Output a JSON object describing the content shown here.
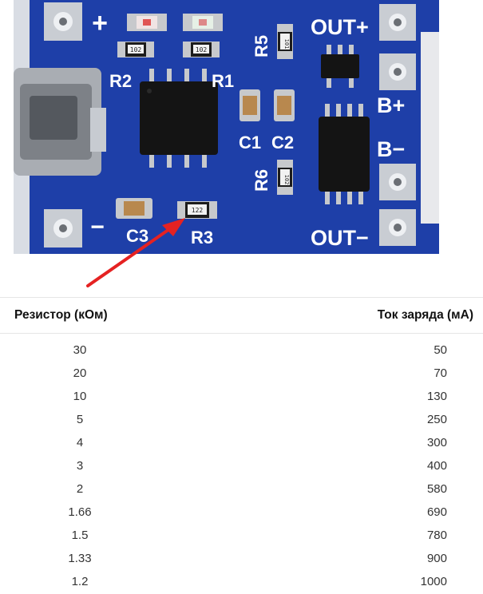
{
  "photo": {
    "labels": {
      "plus": "+",
      "minus": "−",
      "out_plus": "OUT+",
      "out_minus": "OUT−",
      "b_plus": "B+",
      "b_minus": "B−",
      "r1": "R1",
      "r2": "R2",
      "r3": "R3",
      "r5": "R5",
      "r6": "R6",
      "c1": "C1",
      "c2": "C2",
      "c3": "C3"
    },
    "smd_codes": {
      "r1": "102",
      "r2": "102",
      "r3": "122",
      "r5": "101",
      "r6": "102"
    }
  },
  "table": {
    "headers": [
      "Резистор (кОм)",
      "Ток заряда (мА)"
    ],
    "rows": [
      [
        "30",
        "50"
      ],
      [
        "20",
        "70"
      ],
      [
        "10",
        "130"
      ],
      [
        "5",
        "250"
      ],
      [
        "4",
        "300"
      ],
      [
        "3",
        "400"
      ],
      [
        "2",
        "580"
      ],
      [
        "1.66",
        "690"
      ],
      [
        "1.5",
        "780"
      ],
      [
        "1.33",
        "900"
      ],
      [
        "1.2",
        "1000"
      ]
    ]
  },
  "colors": {
    "pcb": "#1e3fa8",
    "arrow": "#e52222"
  }
}
